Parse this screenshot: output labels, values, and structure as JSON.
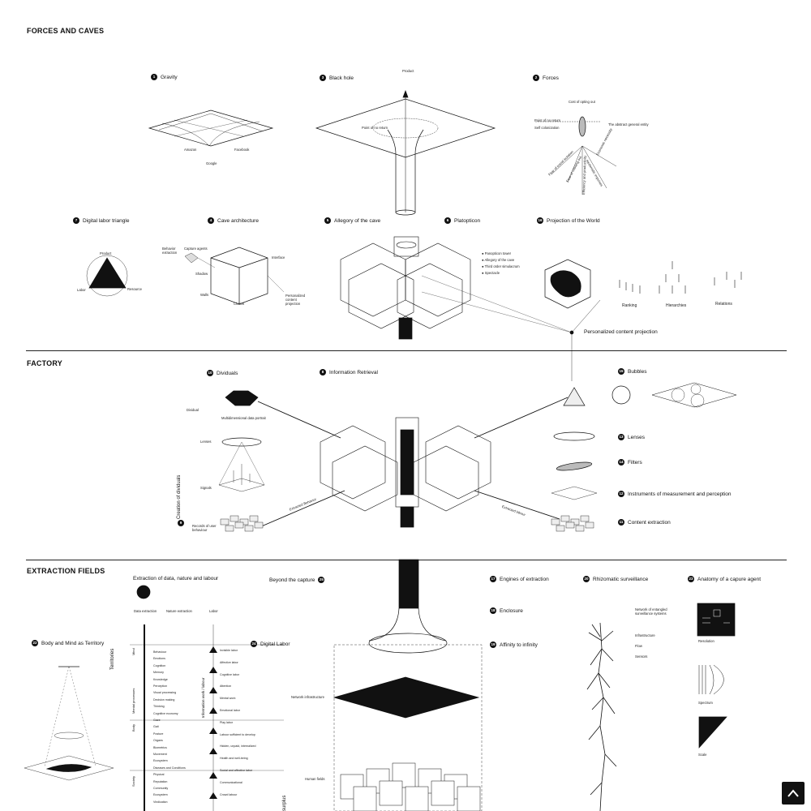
{
  "sections": {
    "forces": "FORCES AND CAVES",
    "factory": "FACTORY",
    "extraction": "EXTRACTION FIELDS"
  },
  "forces": {
    "gravity": {
      "num": "1",
      "label": "Gravity",
      "amazon": "Amazon",
      "facebook": "Facebook",
      "google": "Google"
    },
    "blackhole": {
      "num": "3",
      "label": "Black hole",
      "product": "Product",
      "no_return": "Point of no return"
    },
    "forcesfig": {
      "num": "2",
      "label": "Forces",
      "opting": "Cost of opting out",
      "point_no_return": "Point of no return",
      "self_col": "Self colonization",
      "abstract": "The abstract general entity",
      "rays": [
        "Fear of social isolation",
        "Fear of missing out",
        "Efficiency and productivity",
        "Hedonistic impulses",
        "Economic necessity"
      ]
    },
    "labor_triangle": {
      "num": "7",
      "label": "Digital labor triangle",
      "product": "Product",
      "labor": "Labor",
      "resource": "Resource"
    },
    "cave_arch": {
      "num": "4",
      "label": "Cave architecture",
      "behavior": "Behavior extraction",
      "capture": "Capture agents",
      "interface": "Interface",
      "shadow": "Shadow",
      "walls": "Walls",
      "chains": "Chains",
      "pcp": "Personalized content projection"
    },
    "allegory": {
      "num": "5",
      "label": "Allegory of the cave"
    },
    "platopticon": {
      "num": "6",
      "label": "Platopticon",
      "items": [
        "Panopticon tower",
        "Allegory of the cave",
        "Third order simulacrum",
        "Spectacle"
      ]
    },
    "projection": {
      "num": "16",
      "label": "Projection of the World",
      "ranking": "Ranking",
      "hierarchies": "Hierarchies",
      "relations": "Relations"
    },
    "pcp_main": "Personalized content projection"
  },
  "factory": {
    "dividuals": {
      "num": "10",
      "label": "Dividuals",
      "dividual": "Dividual",
      "portrait": "Multidimensional data portrait",
      "lenses": "Lenses",
      "signals": "Signals",
      "records": "Records of user behaviour",
      "num9": "9"
    },
    "info": {
      "num": "8",
      "label": "Information Retrieval"
    },
    "creation": "Creation of dividuals",
    "extracted_left": "Extracted Behavior",
    "extracted_right": "Extracted labour",
    "right": [
      {
        "num": "15",
        "label": "Bubbles"
      },
      {
        "num": "13",
        "label": "Lenses"
      },
      {
        "num": "14",
        "label": "Filters"
      },
      {
        "num": "12",
        "label": "Instruments of measurement and perception"
      },
      {
        "num": "11",
        "label": "Content extraction"
      }
    ]
  },
  "extraction": {
    "edl": "Extraction of data, nature and labour",
    "cols": [
      "Data extraction",
      "Nature extraction",
      "Labor"
    ],
    "territories": "Territories",
    "info_work": "Information work / labour",
    "groups": [
      "Mind",
      "Mental processes",
      "Body",
      "Society"
    ],
    "left_items": [
      "Behaviour",
      "Emotions",
      "Cognition",
      "Memory",
      "Knowledge",
      "Perception",
      "Visual processing",
      "Decision making",
      "Thinking",
      "Cognitive economy",
      "Gaze",
      "Gait",
      "Posture",
      "Organs",
      "Biometrics",
      "Movement",
      "Ecosystem",
      "Diseases and Conditions",
      "Physical",
      "Reputation",
      "Community",
      "Ecosystem",
      "Vindication"
    ],
    "right_items": [
      "Invisible labor",
      "Affective labor",
      "Cognitive labor",
      "Attention",
      "Mental work",
      "Emotional labor",
      "Play labor",
      "Labour sufficient to develop",
      "Hidden, unpaid, internalized",
      "Health and well-being",
      "Social and affective labor",
      "Communicational",
      "Crowd labour"
    ],
    "body_mind": {
      "num": "22",
      "label": "Body and Mind as Territory"
    },
    "digital_labor": {
      "num": "24",
      "label": "Digital Labor"
    },
    "beyond": {
      "num": "25",
      "label": "Beyond the capture"
    },
    "network": "Network infrastructure",
    "human_fields": "Human fields",
    "surplus": "surplus",
    "engines": {
      "num": "17",
      "label": "Engines of extraction"
    },
    "enclosure": {
      "num": "18",
      "label": "Enclosure"
    },
    "affinity": {
      "num": "19",
      "label": "Affinity to infinity"
    },
    "rhizomatic": {
      "num": "20",
      "label": "Rhizomatic surveillance",
      "network": "Network of entangled surveillance systems",
      "infra": "Infrastructure",
      "flow": "Flow",
      "sensors": "Sensors"
    },
    "anatomy": {
      "num": "23",
      "label": "Anatomy of a capure agent",
      "resolution": "Resolution",
      "spectrum": "Spectrum",
      "scale": "Scale"
    }
  },
  "ui": {
    "back_to_top": "back-to-top"
  }
}
